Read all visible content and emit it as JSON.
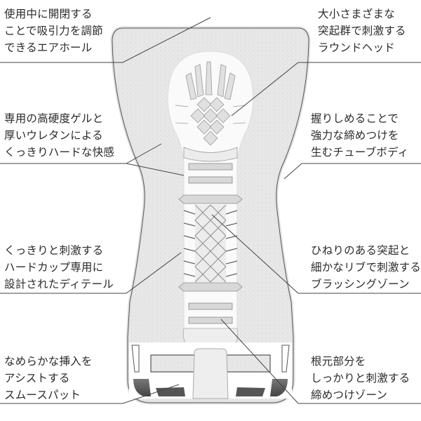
{
  "diagram": {
    "subject": "cup cross-section",
    "colors": {
      "background": "#ffffff",
      "outer_shell": "#e6e6e6",
      "shell_outline": "#555555",
      "inner_sleeve": "#f6f6f6",
      "texture": "#cfcfcf",
      "leader_line": "#444444",
      "dark_parts": "#555555",
      "text": "#2a2a2a"
    }
  },
  "labels": {
    "left": [
      {
        "id": "air-hole",
        "lines": [
          "使用中に開閉する",
          "ことで吸引力を調節",
          "できるエアホール"
        ]
      },
      {
        "id": "hard-gel",
        "lines": [
          "専用の高硬度ゲルと",
          "厚いウレタンによる",
          "くっきりハードな快感"
        ]
      },
      {
        "id": "detail",
        "lines": [
          "くっきりと刺激する",
          "ハードカップ専用に",
          "設計されたディテール"
        ]
      },
      {
        "id": "smooth-pad",
        "lines": [
          "なめらかな挿入を",
          "アシストする",
          "スムースパット"
        ]
      }
    ],
    "right": [
      {
        "id": "round-head",
        "lines": [
          "大小さまざまな",
          "突起群で刺激する",
          "ラウンドヘッド"
        ]
      },
      {
        "id": "tube-body",
        "lines": [
          "握りしめることで",
          "強力な締めつけを",
          "生むチューブボディ"
        ]
      },
      {
        "id": "brushing-zone",
        "lines": [
          "ひねりのある突起と",
          "細かなリブで刺激する",
          "ブラッシングゾーン"
        ]
      },
      {
        "id": "tightening-zone",
        "lines": [
          "根元部分を",
          "しっかりと刺激する",
          "締めつけゾーン"
        ]
      }
    ]
  }
}
